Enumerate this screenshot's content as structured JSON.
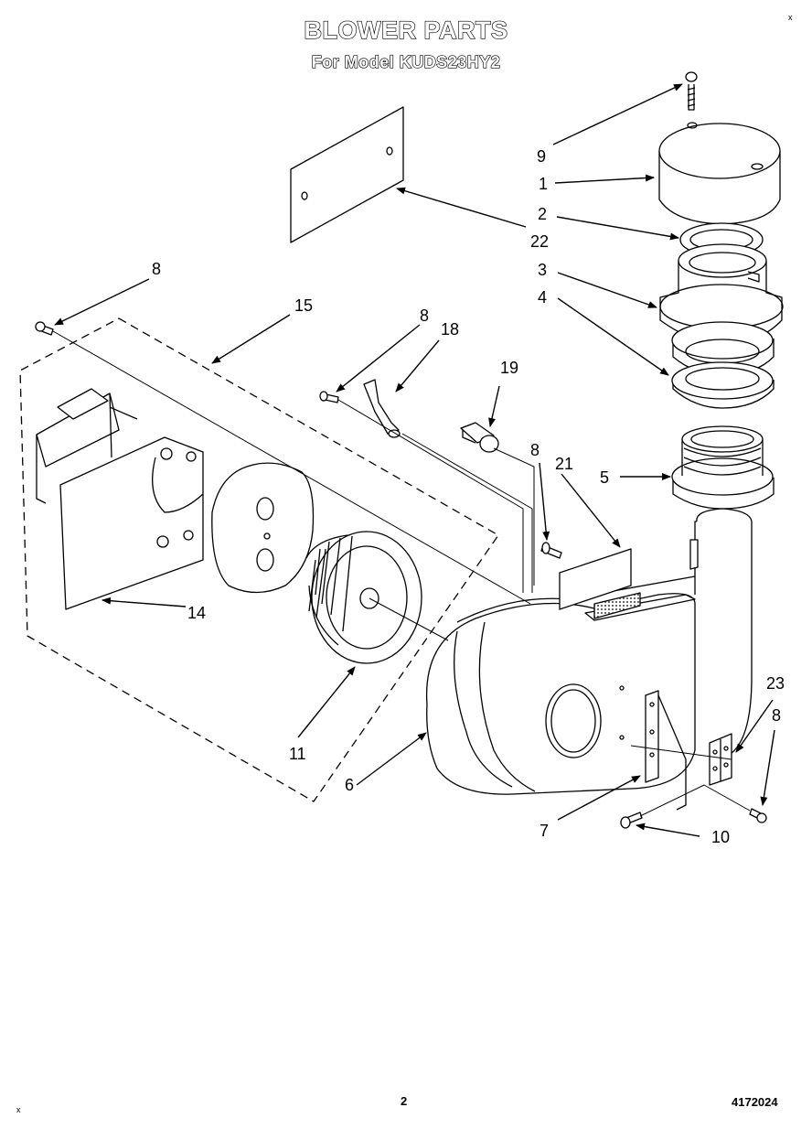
{
  "title": "BLOWER PARTS",
  "subtitle": "For Model KUDS23HY2",
  "page_number": "2",
  "document_number": "4172024",
  "corner_marks": [
    "x",
    "x"
  ],
  "part_labels": {
    "p1": "1",
    "p2": "2",
    "p3": "3",
    "p4": "4",
    "p5": "5",
    "p6": "6",
    "p7": "7",
    "p8a": "8",
    "p8b": "8",
    "p8c": "8",
    "p8d": "8",
    "p9": "9",
    "p10": "10",
    "p11": "11",
    "p14": "14",
    "p15": "15",
    "p18": "18",
    "p19": "19",
    "p21": "21",
    "p22": "22",
    "p23": "23"
  }
}
